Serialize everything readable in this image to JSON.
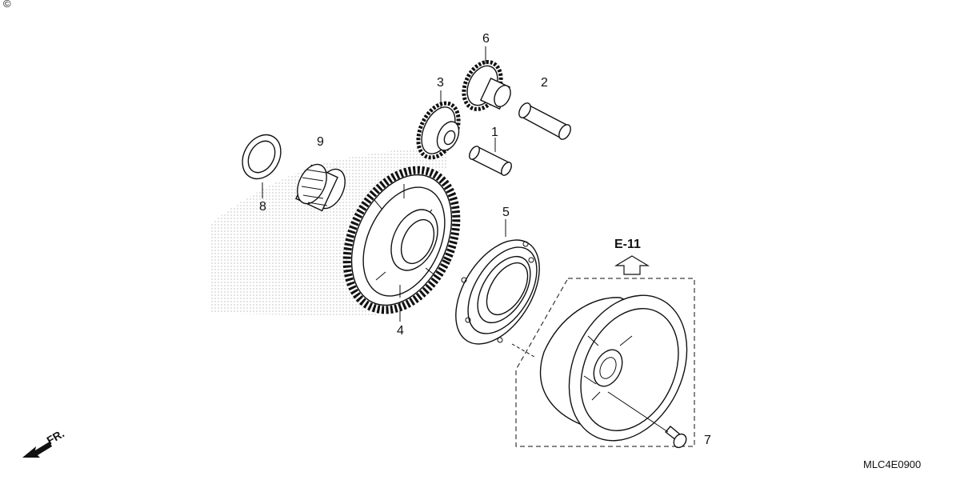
{
  "corner_mark": "©",
  "diagram_code": "MLC4E0900",
  "reference": {
    "label": "E-11"
  },
  "front_indicator": {
    "label": "FR."
  },
  "callouts": [
    {
      "id": "1",
      "label": "1"
    },
    {
      "id": "2",
      "label": "2"
    },
    {
      "id": "3",
      "label": "3"
    },
    {
      "id": "4",
      "label": "4"
    },
    {
      "id": "5",
      "label": "5"
    },
    {
      "id": "6",
      "label": "6"
    },
    {
      "id": "7",
      "label": "7"
    },
    {
      "id": "8",
      "label": "8"
    },
    {
      "id": "9",
      "label": "9"
    }
  ]
}
